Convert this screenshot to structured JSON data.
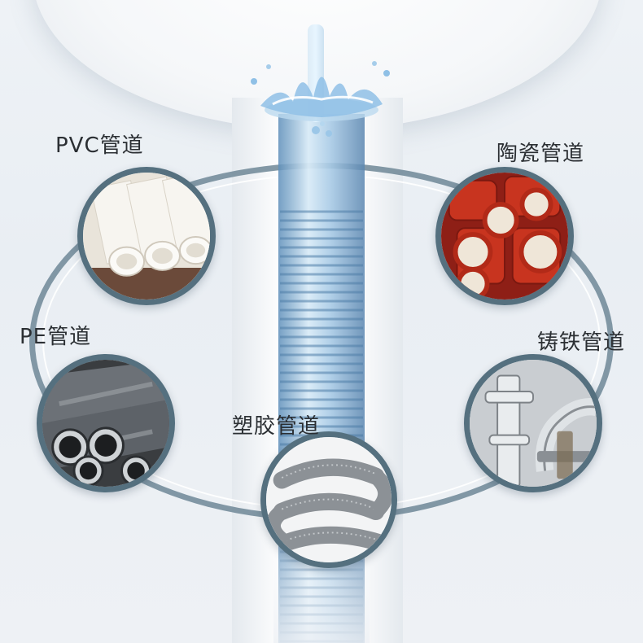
{
  "labels": {
    "pvc": "PVC管道",
    "ceramic": "陶瓷管道",
    "pe": "PE管道",
    "iron": "铸铁管道",
    "plastic": "塑胶管道"
  },
  "colors": {
    "ring": "#6f8797",
    "photo_border": "#55707f",
    "water": "#7fb3dc",
    "label_text": "#2b2f33"
  },
  "icons": [
    "water-splash-icon"
  ]
}
